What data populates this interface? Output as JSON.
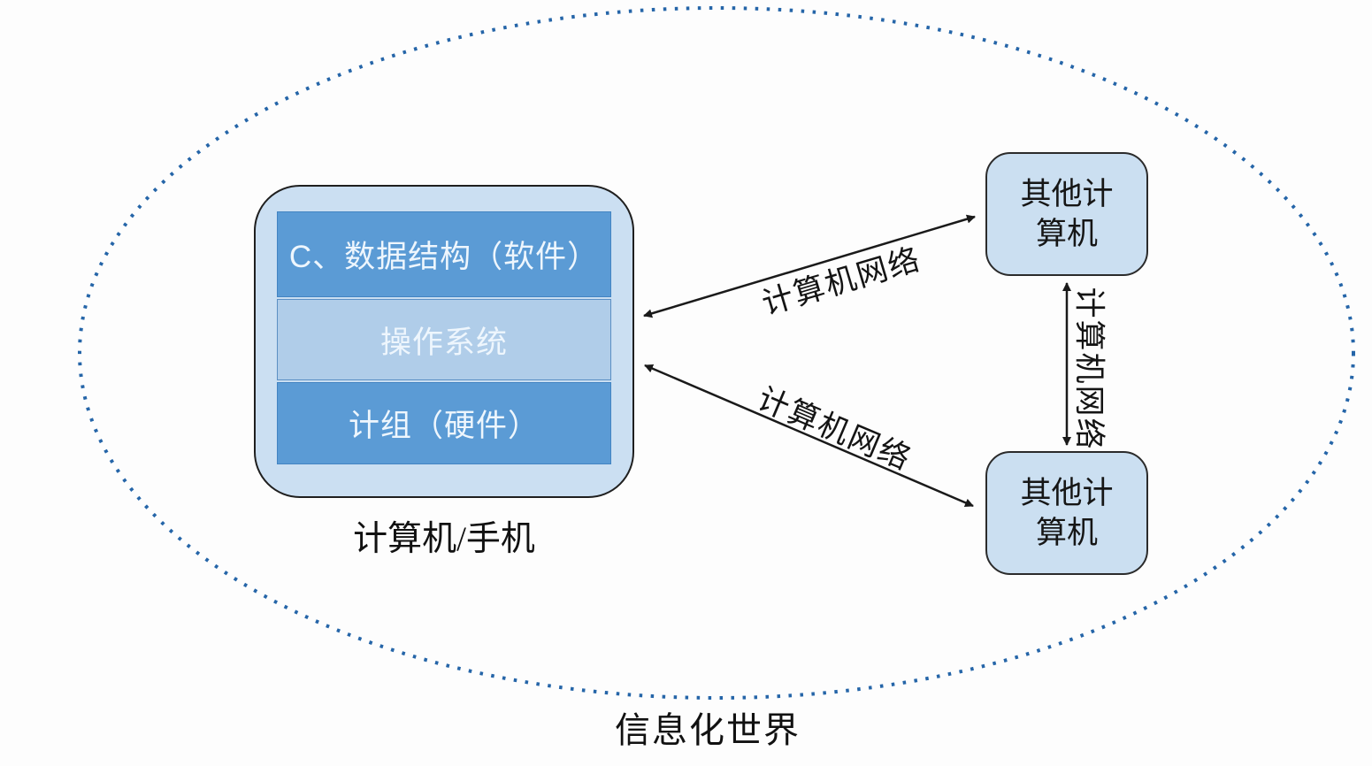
{
  "diagram": {
    "world_label": "信息化世界",
    "computer": {
      "caption": "计算机/手机",
      "layers": [
        {
          "label": "C、数据结构（软件）"
        },
        {
          "label": "操作系统"
        },
        {
          "label": "计组（硬件）"
        }
      ]
    },
    "other_computers": {
      "top": "其他计算机",
      "bottom": "其他计算机"
    },
    "links": {
      "top_label": "计算机网络",
      "bottom_label": "计算机网络",
      "vertical_label": "计算机网络"
    },
    "colors": {
      "ellipse_dots": "#2565a8",
      "container_fill": "#cbdff2",
      "layer_dark_fill": "#5b9bd5",
      "layer_light_fill": "#b0cde9",
      "node_fill": "#cbdff1",
      "box_border": "#2b2b2b",
      "arrow": "#1a1a1a",
      "layer_text": "#eef6fd",
      "label_text": "#111111"
    }
  }
}
